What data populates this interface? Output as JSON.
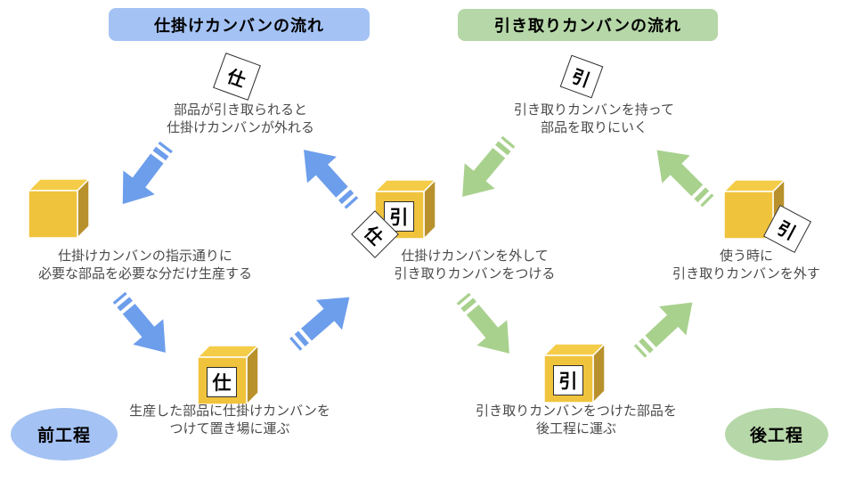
{
  "titles": {
    "left_flow": "仕掛けカンバンの流れ",
    "right_flow": "引き取りカンバンの流れ"
  },
  "kanban_cards": {
    "production": "仕",
    "withdrawal": "引"
  },
  "steps": [
    {
      "id": "top-left",
      "line1": "部品が引き取られると",
      "line2": "仕掛けカンバンが外れる"
    },
    {
      "id": "left",
      "line1": "仕掛けカンバンの指示通りに",
      "line2": "必要な部品を必要な分だけ生産する"
    },
    {
      "id": "bottom-left",
      "line1": "生産した部品に仕掛けカンバンを",
      "line2": "つけて置き場に運ぶ"
    },
    {
      "id": "middle",
      "line1": "仕掛けカンバンを外して",
      "line2": "引き取りカンバンをつける"
    },
    {
      "id": "top-right",
      "line1": "引き取りカンバンを持って",
      "line2": "部品を取りにいく"
    },
    {
      "id": "bottom-right",
      "line1": "引き取りカンバンをつけた部品を",
      "line2": "後工程に運ぶ"
    },
    {
      "id": "right",
      "line1": "使う時に",
      "line2": "引き取りカンバンを外す"
    }
  ],
  "process_labels": {
    "front_process": "前工程",
    "back_process": "後工程"
  },
  "colors": {
    "flow_left_accent": "#A4C2F4",
    "flow_right_accent": "#B6D7A8",
    "arrow_blue": "#6D9EEB",
    "arrow_green": "#A9D18E",
    "box_front": "#F0C33C",
    "box_top": "#F4CC48",
    "box_side": "#B9912C",
    "step_text": "#4A4A4A"
  }
}
